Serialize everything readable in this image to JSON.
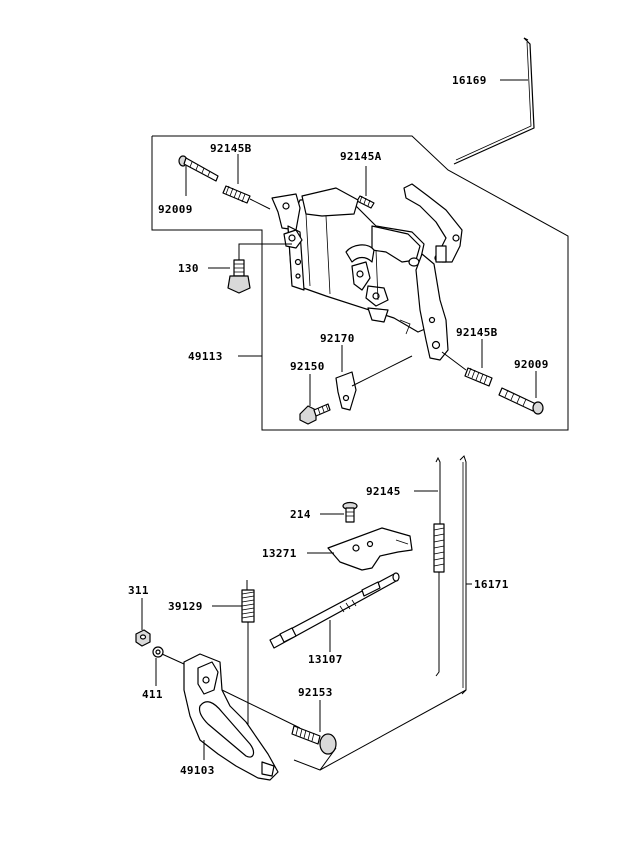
{
  "labels": {
    "p16169": "16169",
    "p92145B_top": "92145B",
    "p92145A": "92145A",
    "p92009_left": "92009",
    "p130": "130",
    "p49113": "49113",
    "p92170": "92170",
    "p92150": "92150",
    "p92145B_right": "92145B",
    "p92009_right": "92009",
    "p92145": "92145",
    "p214": "214",
    "p13271": "13271",
    "p16171": "16171",
    "p311": "311",
    "p39129": "39129",
    "p13107": "13107",
    "p411": "411",
    "p92153": "92153",
    "p49103": "49103"
  },
  "colors": {
    "line": "#000000",
    "background": "#ffffff",
    "part_fill": "#ffffff",
    "shade_fill": "#d9d9d9"
  }
}
